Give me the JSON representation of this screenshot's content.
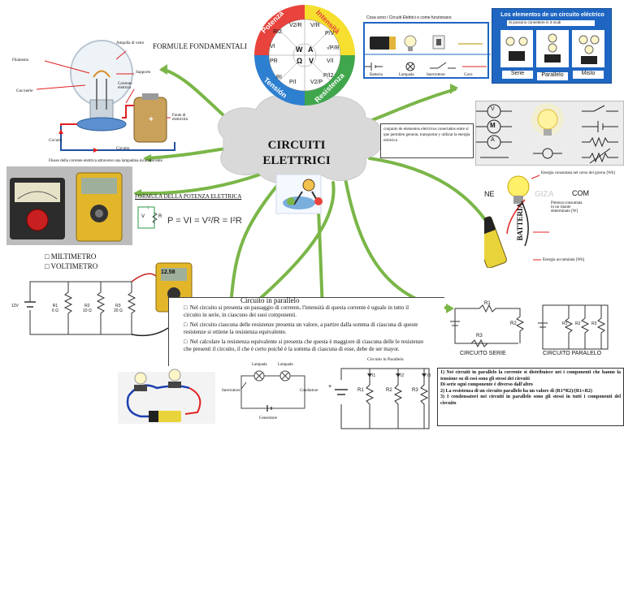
{
  "central": {
    "title_line1": "CIRCUITI",
    "title_line2": "ELETTRICI"
  },
  "formule": {
    "heading": "FORMULE FONDAMENTALI",
    "wheel_labels": {
      "potenza": "Potenza",
      "intensita": "Intensità",
      "tension": "Tensión",
      "resistenza": "Resistenza"
    },
    "wheel_cells": [
      "RI2",
      "V2/R",
      "V/R",
      "P/V",
      "VI",
      "W",
      "A",
      "√P/R",
      "PR",
      "Ω",
      "V",
      "V/I",
      "RI",
      "P/I",
      "V2/P",
      "P/I2"
    ]
  },
  "bulb_diagram": {
    "labels": [
      "Ampolla di vetro",
      "Filamento",
      "Supporto",
      "Gas inerte",
      "Corrente elettrica",
      "Fonte di elettricità",
      "Circuito",
      "Circuito"
    ],
    "caption": "Flusso della corrente elettrica attraverso una lampadina incandescente"
  },
  "components_box": {
    "title": "Cosa sono i Circuiti Elettrici e come funzionano",
    "labels": [
      "Batteria",
      "Lampada",
      "Interruttore",
      "Cavo"
    ]
  },
  "elementos": {
    "title": "Los elementos de un circuito eléctrico",
    "subtitle": "Si possono connettere in 3 modi",
    "modes": [
      "Serie",
      "Parallelo",
      "Misto"
    ]
  },
  "symbols_note": "conjunto de elementos eléctricos conectados entre sí que permiten generar, transportar y utilizar la energía eléctrica",
  "symbols": [
    "V",
    "M",
    "A"
  ],
  "energy": {
    "ne": "NE",
    "com": "COM",
    "watermark": "GIZA",
    "battery_word": "BATTERIA",
    "label_top": "Energia consumata nel corso del giorno [Wh]",
    "label_mid": "Potenza consumata in un istante determinato [W]",
    "label_bottom": "Energia accumulata [Wh]"
  },
  "potenza_formula": {
    "heading": "FORMULA DELLA POTENZA ELETTRICA",
    "formula": "P = VI = V²/R = I²R",
    "mini_labels": [
      "I",
      "V",
      "R"
    ]
  },
  "multimeter": {
    "items": [
      "MILTIMETRO",
      "VOLTIMETRO"
    ],
    "screen": "12.58"
  },
  "parallel_resistors": {
    "source": "12V",
    "resistors": [
      {
        "name": "R1",
        "value": "6 Ω"
      },
      {
        "name": "R2",
        "value": "10 Ω"
      },
      {
        "name": "R3",
        "value": "20 Ω"
      }
    ]
  },
  "parallelo_text": {
    "heading": "Circuito in parallelo",
    "bullets": [
      "Nel circuito si presenta un passaggio di corrente, l'intensità di questa corrente è uguale in tutto il circuito in serie, in ciascuno dei suoi componenti.",
      "Nel circuito ciascuna delle resistenze presenta un valore, a partire dalla somma di ciascuna di queste resistenze si ottiene la resistenza equivalente.",
      "Nel calcolare la resistenza equivalente si presenta che questa è maggiore di ciascuna delle le resistenze che presenti il circuito, il che è certo poiché è la somma di ciascuna di esse, debe de ser mayor."
    ]
  },
  "serie_parallelo": {
    "serie_labels": [
      "R1",
      "R2",
      "R3"
    ],
    "parallel_labels": [
      "R1",
      "R2",
      "R3"
    ],
    "captions": [
      "CIRCUITO SERIE",
      "CIRCUITO PARALELO"
    ]
  },
  "lamp_circuit": {
    "labels": [
      "Lampada",
      "Lampada",
      "Interruttore",
      "Conduttore",
      "Generatore"
    ]
  },
  "parallel_schematic": {
    "title": "Circuito in Parallelo",
    "currents": [
      "I1",
      "I2",
      "I3"
    ],
    "resistors": [
      "R1",
      "R2",
      "R3"
    ]
  },
  "rules": [
    "1)  Nei circuiti in parallelo la corrente si distribuisce nei i componenti che hanno la tensione su di essi sono gli stessi dei circuiti",
    "Di serie ogni componente è diverso dall'altro",
    "2)  La resistenza di un circuito parallelo ha un valore di (R1*R2)/(R1+R2)",
    "3)  I condensatori nei circuiti in parallelo sono gli stessi in tutti i componenti del circuito"
  ],
  "colors": {
    "connector": "#7ab648",
    "cloud": "#d9d9d9",
    "blue_box": "#1f66c2",
    "wheel_red": "#e8433c",
    "wheel_yellow": "#f6df2e",
    "wheel_blue": "#2d7fd0",
    "wheel_green": "#40a64c"
  }
}
